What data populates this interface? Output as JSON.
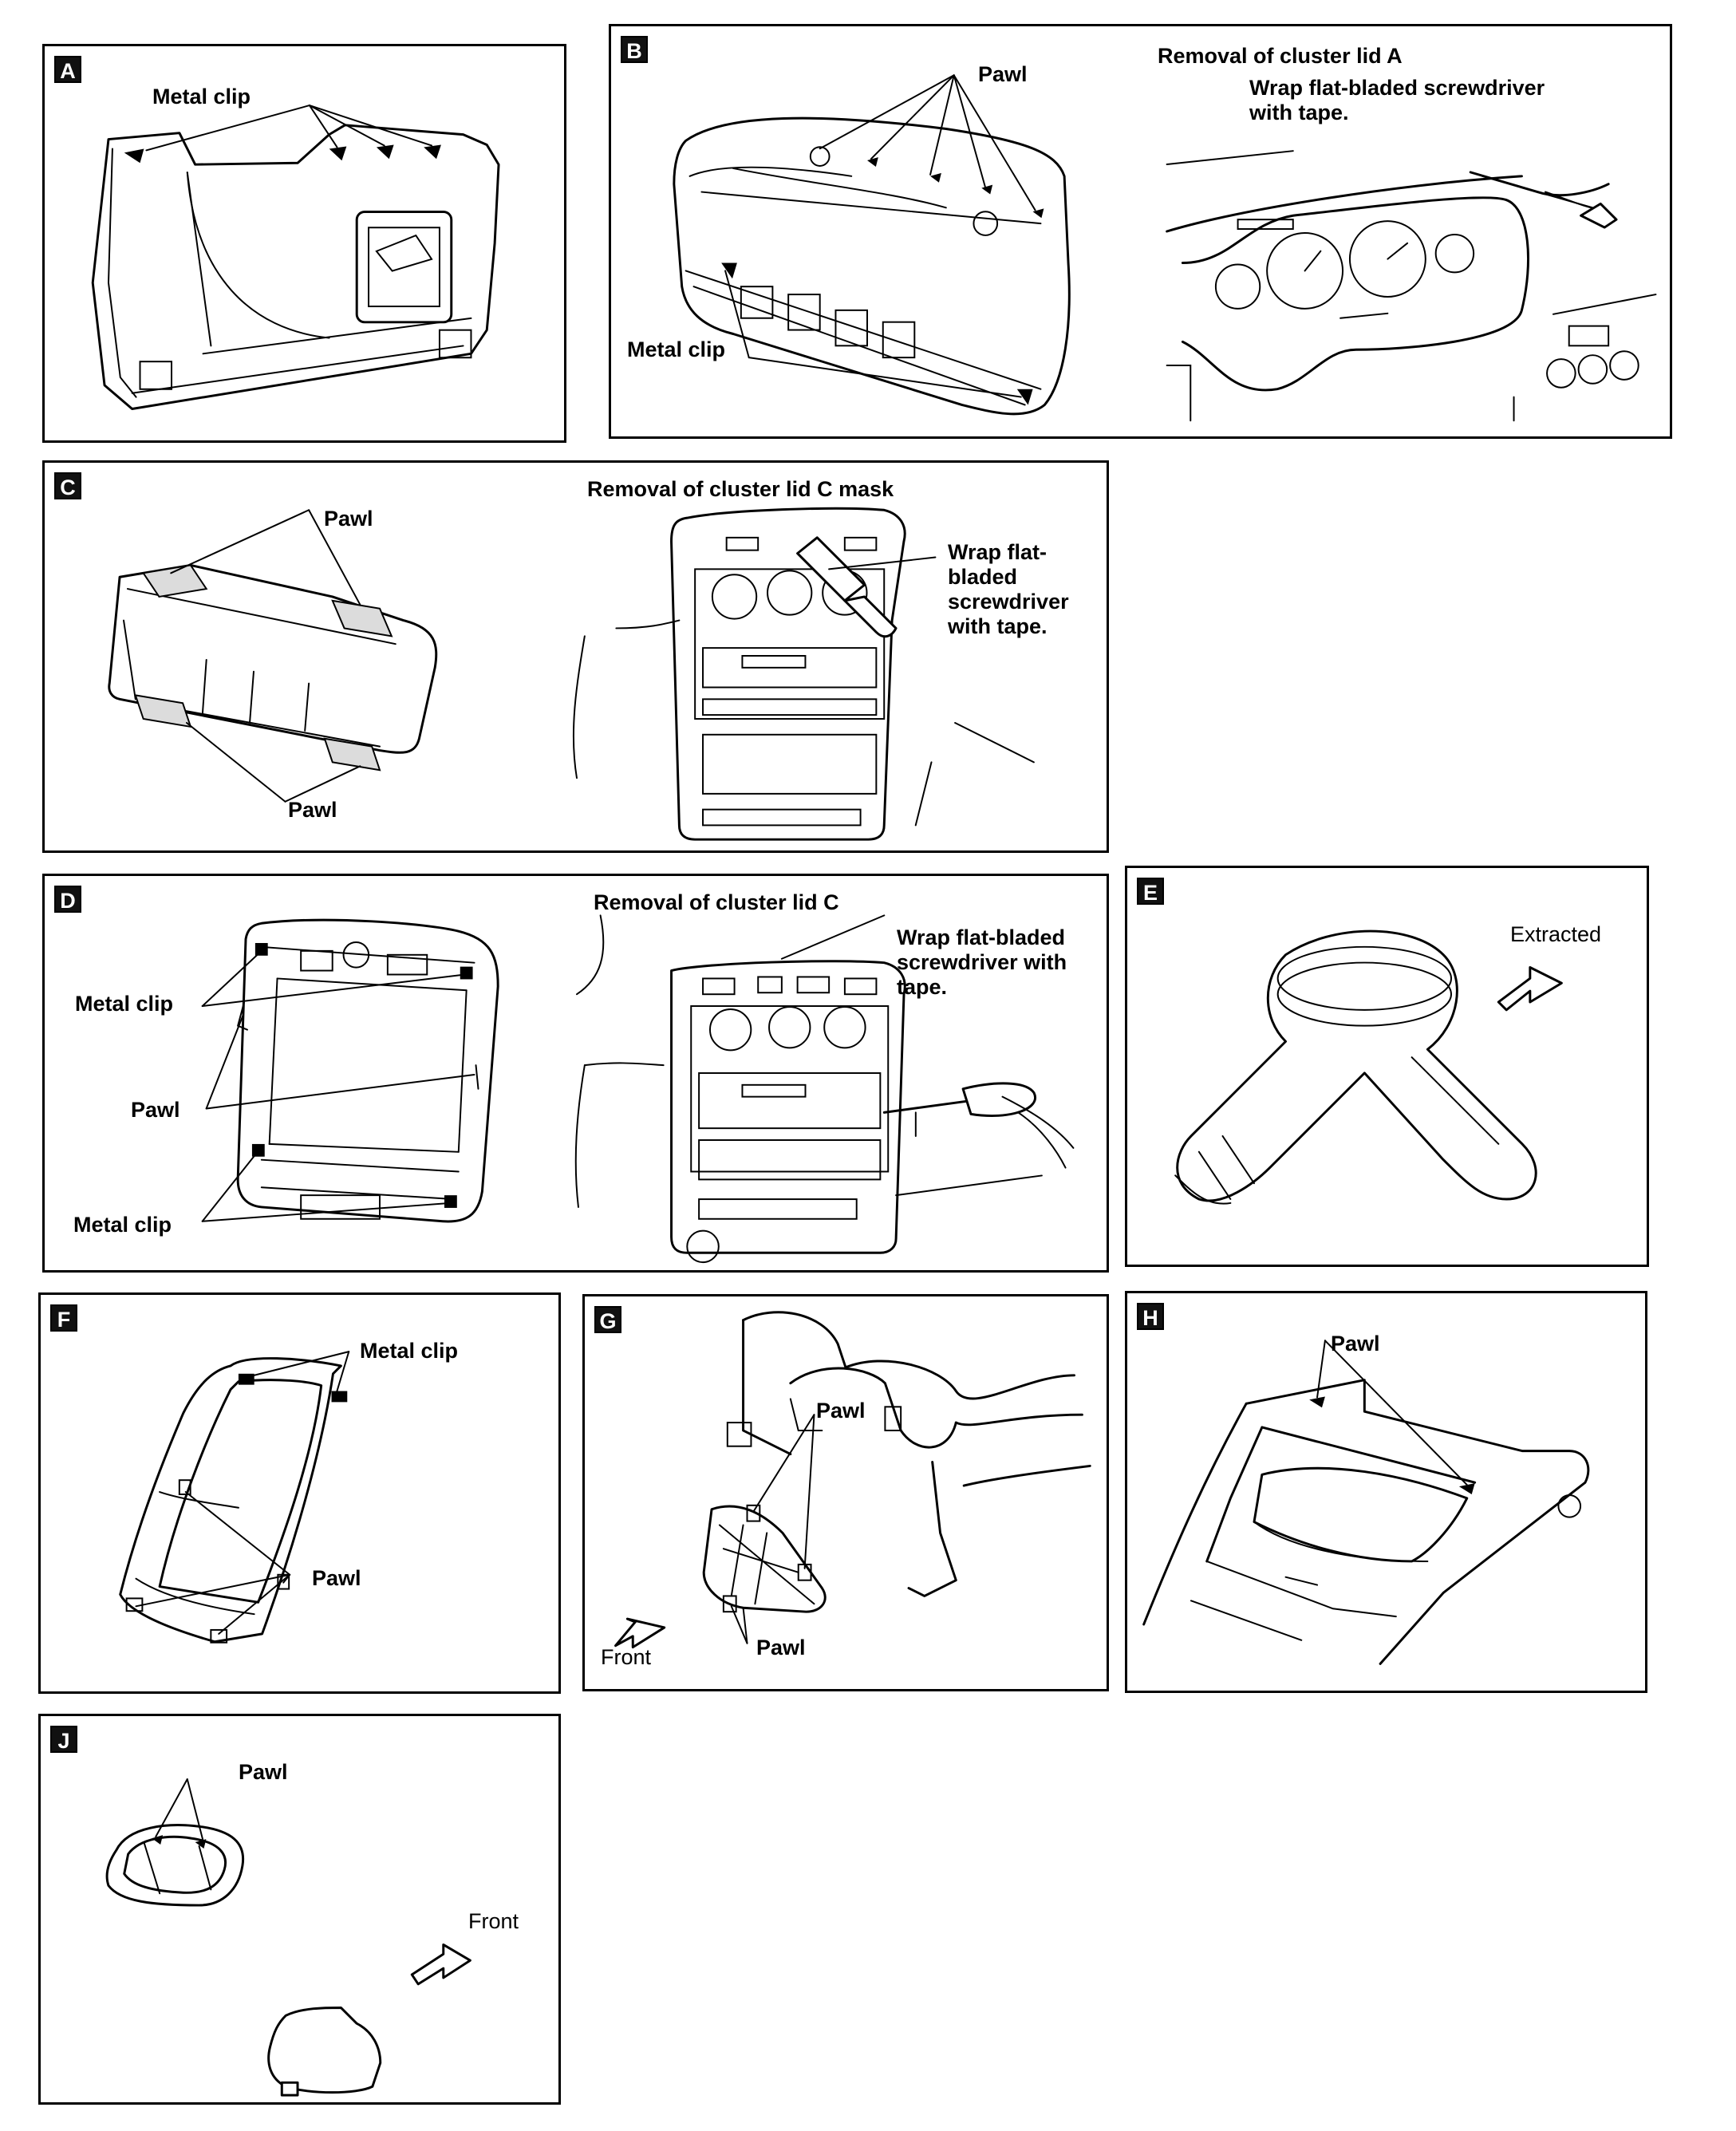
{
  "panels": {
    "A": {
      "badge": "A",
      "metal_clip": "Metal clip"
    },
    "B": {
      "badge": "B",
      "pawl": "Pawl",
      "title": "Removal of cluster lid A",
      "wrap_note": "Wrap flat-bladed screwdriver with tape.",
      "metal_clip": "Metal clip"
    },
    "C": {
      "badge": "C",
      "title": "Removal of cluster lid C mask",
      "pawl_top": "Pawl",
      "pawl_bottom": "Pawl",
      "wrap_note": "Wrap flat-bladed screwdriver with tape."
    },
    "D": {
      "badge": "D",
      "title": "Removal of cluster lid C",
      "metal_clip_top": "Metal clip",
      "pawl": "Pawl",
      "metal_clip_bottom": "Metal clip",
      "wrap_note": "Wrap flat-bladed screwdriver with tape."
    },
    "E": {
      "badge": "E",
      "extracted": "Extracted"
    },
    "F": {
      "badge": "F",
      "metal_clip": "Metal clip",
      "pawl": "Pawl"
    },
    "G": {
      "badge": "G",
      "pawl_top": "Pawl",
      "pawl_bottom": "Pawl",
      "front": "Front"
    },
    "H": {
      "badge": "H",
      "pawl": "Pawl"
    },
    "J": {
      "badge": "J",
      "pawl": "Pawl",
      "front": "Front"
    }
  }
}
